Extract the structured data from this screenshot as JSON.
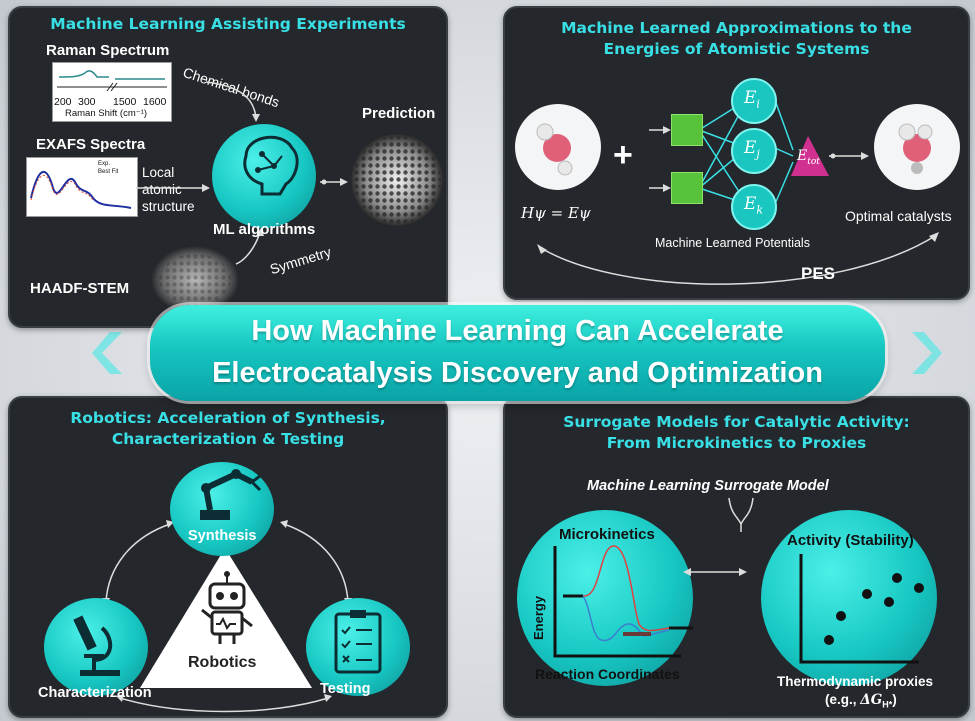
{
  "colors": {
    "accent": "#38e0e6",
    "panel_bg": "#24272b",
    "cyan": "#19c6c0",
    "green": "#58c23a",
    "magenta": "#d03090"
  },
  "banner": {
    "line1": "How Machine Learning Can Accelerate",
    "line2": "Electrocatalysis Discovery and Optimization"
  },
  "top_left": {
    "title": "Machine Learning Assisting Experiments",
    "raman_title": "Raman Spectrum",
    "raman_ticks": [
      "200",
      "300",
      "1500",
      "1600"
    ],
    "raman_xlabel": "Raman Shift (cm⁻¹)",
    "chemical_bonds": "Chemical bonds",
    "exafs_title": "EXAFS Spectra",
    "exafs_legend": [
      "Exp.",
      "Best Fit"
    ],
    "local_structure": [
      "Local",
      "atomic",
      "structure"
    ],
    "ml_algorithms": "ML algorithms",
    "prediction": "Prediction",
    "haadf": "HAADF-STEM",
    "symmetry": "Symmetry",
    "icon": "brain-circuit-icon"
  },
  "top_right": {
    "title_line1": "Machine Learned Approximations to the",
    "title_line2": "Energies of Atomistic Systems",
    "plus": "+",
    "equation": "Hψ = Eψ",
    "nodes": [
      "E",
      "E",
      "E"
    ],
    "node_subs": [
      "i",
      "j",
      "k"
    ],
    "etot": "E",
    "etot_sub": "tot",
    "optimal": "Optimal catalysts",
    "potentials": "Machine Learned Potentials",
    "pes": "PES"
  },
  "bottom_left": {
    "title_line1": "Robotics: Acceleration of Synthesis,",
    "title_line2": "Characterization & Testing",
    "synthesis": "Synthesis",
    "characterization": "Characterization",
    "testing": "Testing",
    "robotics": "Robotics",
    "icons": [
      "robot-arm-icon",
      "microscope-icon",
      "checklist-icon",
      "robot-icon"
    ]
  },
  "bottom_right": {
    "title_line1": "Surrogate Models for Catalytic Activity:",
    "title_line2": "From Microkinetics to Proxies",
    "subtitle": "Machine Learning Surrogate Model",
    "microkinetics": "Microkinetics",
    "energy": "Energy",
    "reaction_coordinates": "Reaction Coordinates",
    "activity": "Activity (Stability)",
    "proxies_line1": "Thermodynamic proxies",
    "proxies_line2_prefix": "(e.g., ",
    "proxies_delta": "ΔG",
    "proxies_sub": "H*",
    "proxies_line2_suffix": ")"
  }
}
